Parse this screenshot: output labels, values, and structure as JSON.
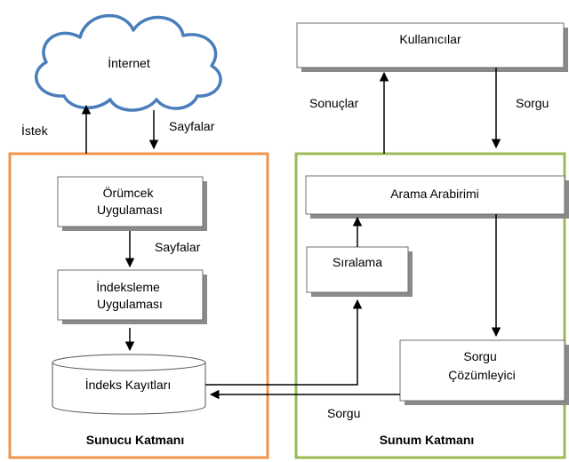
{
  "internet": {
    "label": "İnternet"
  },
  "server_layer": {
    "title": "Sunucu Katmanı",
    "spider_app": [
      "Örümcek",
      "Uygulaması"
    ],
    "indexing_app": [
      "İndeksleme",
      "Uygulaması"
    ],
    "index_records": "İndeks Kayıtları"
  },
  "presentation_layer": {
    "title": "Sunum Katmanı",
    "search_interface": "Arama Arabirimi",
    "ranking": "Sıralama",
    "query_resolver": [
      "Sorgu",
      "Çözümleyici"
    ]
  },
  "users": {
    "label": "Kullanıcılar"
  },
  "edge_labels": {
    "request": "İstek",
    "pages_from_internet": "Sayfalar",
    "pages_to_indexing": "Sayfalar",
    "results": "Sonuçlar",
    "query_from_users": "Sorgu",
    "query_to_index": "Sorgu"
  },
  "colors": {
    "server_border": "#f0944b",
    "presentation_border": "#9bbb59",
    "cloud_stroke": "#4a7ebb",
    "cloud_fill": "#ffffff"
  }
}
